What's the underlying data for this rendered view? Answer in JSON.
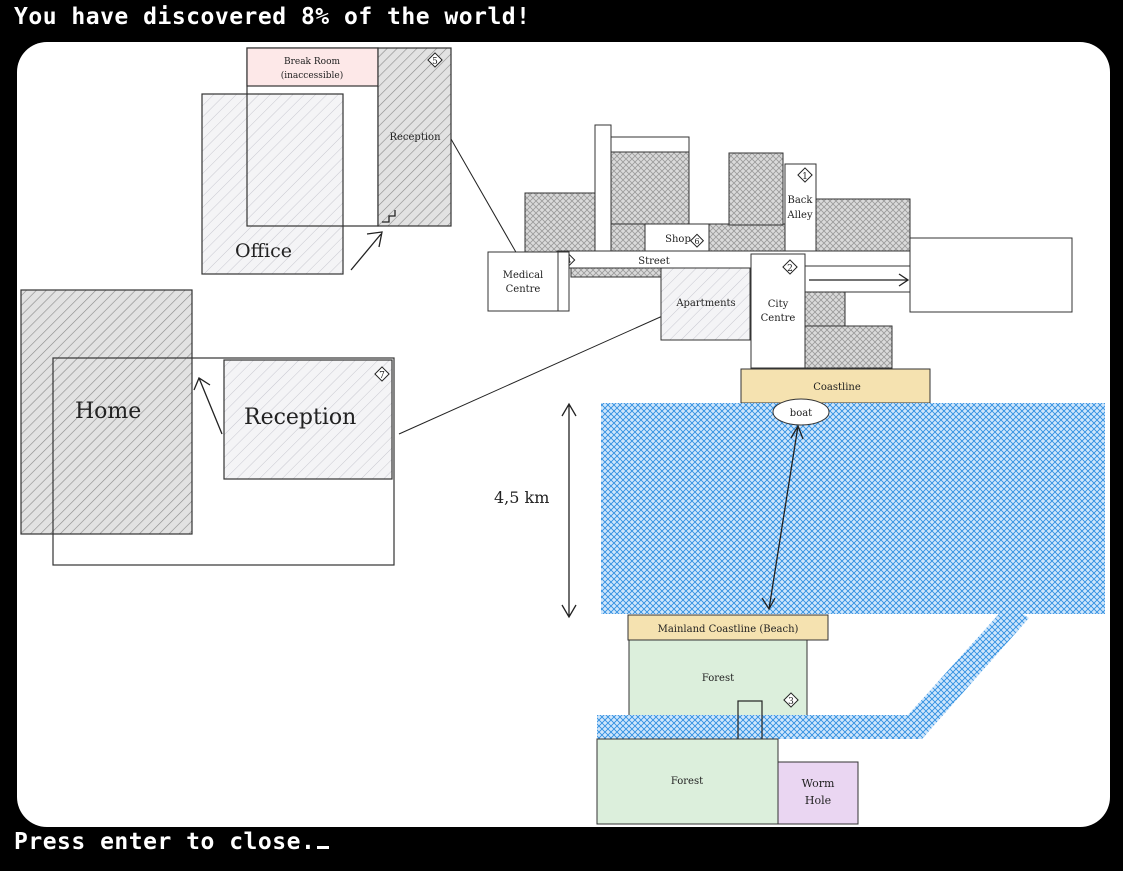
{
  "header": {
    "discovery_text": "You have discovered 8% of the world!"
  },
  "footer": {
    "prompt_text": "Press enter to close."
  },
  "map": {
    "labels": {
      "break_room": "Break Room",
      "break_room_note": "(inaccessible)",
      "reception_top": "Reception",
      "office": "Office",
      "home": "Home",
      "reception_home": "Reception",
      "medical_centre_1": "Medical",
      "medical_centre_2": "Centre",
      "street": "Street",
      "shop": "Shop",
      "back_alley_1": "Back",
      "back_alley_2": "Alley",
      "apartments": "Apartments",
      "city_centre_1": "City",
      "city_centre_2": "Centre",
      "coastline": "Coastline",
      "boat": "boat",
      "distance": "4,5 km",
      "mainland_coastline": "Mainland Coastline (Beach)",
      "forest_upper": "Forest",
      "forest_lower": "Forest",
      "worm_hole_1": "Worm",
      "worm_hole_2": "Hole"
    },
    "markers": {
      "m1": "1",
      "m2": "2",
      "m3": "3",
      "m4": "4",
      "m5": "5",
      "m6": "6",
      "m7": "7"
    },
    "colors": {
      "water": "#2f8fe0",
      "sand": "#f5e2b0",
      "forest": "#dcefdc",
      "worm_hole": "#ead6f2",
      "break_room": "#fde8e8",
      "gray_hatch": "#bcbcbc"
    }
  }
}
